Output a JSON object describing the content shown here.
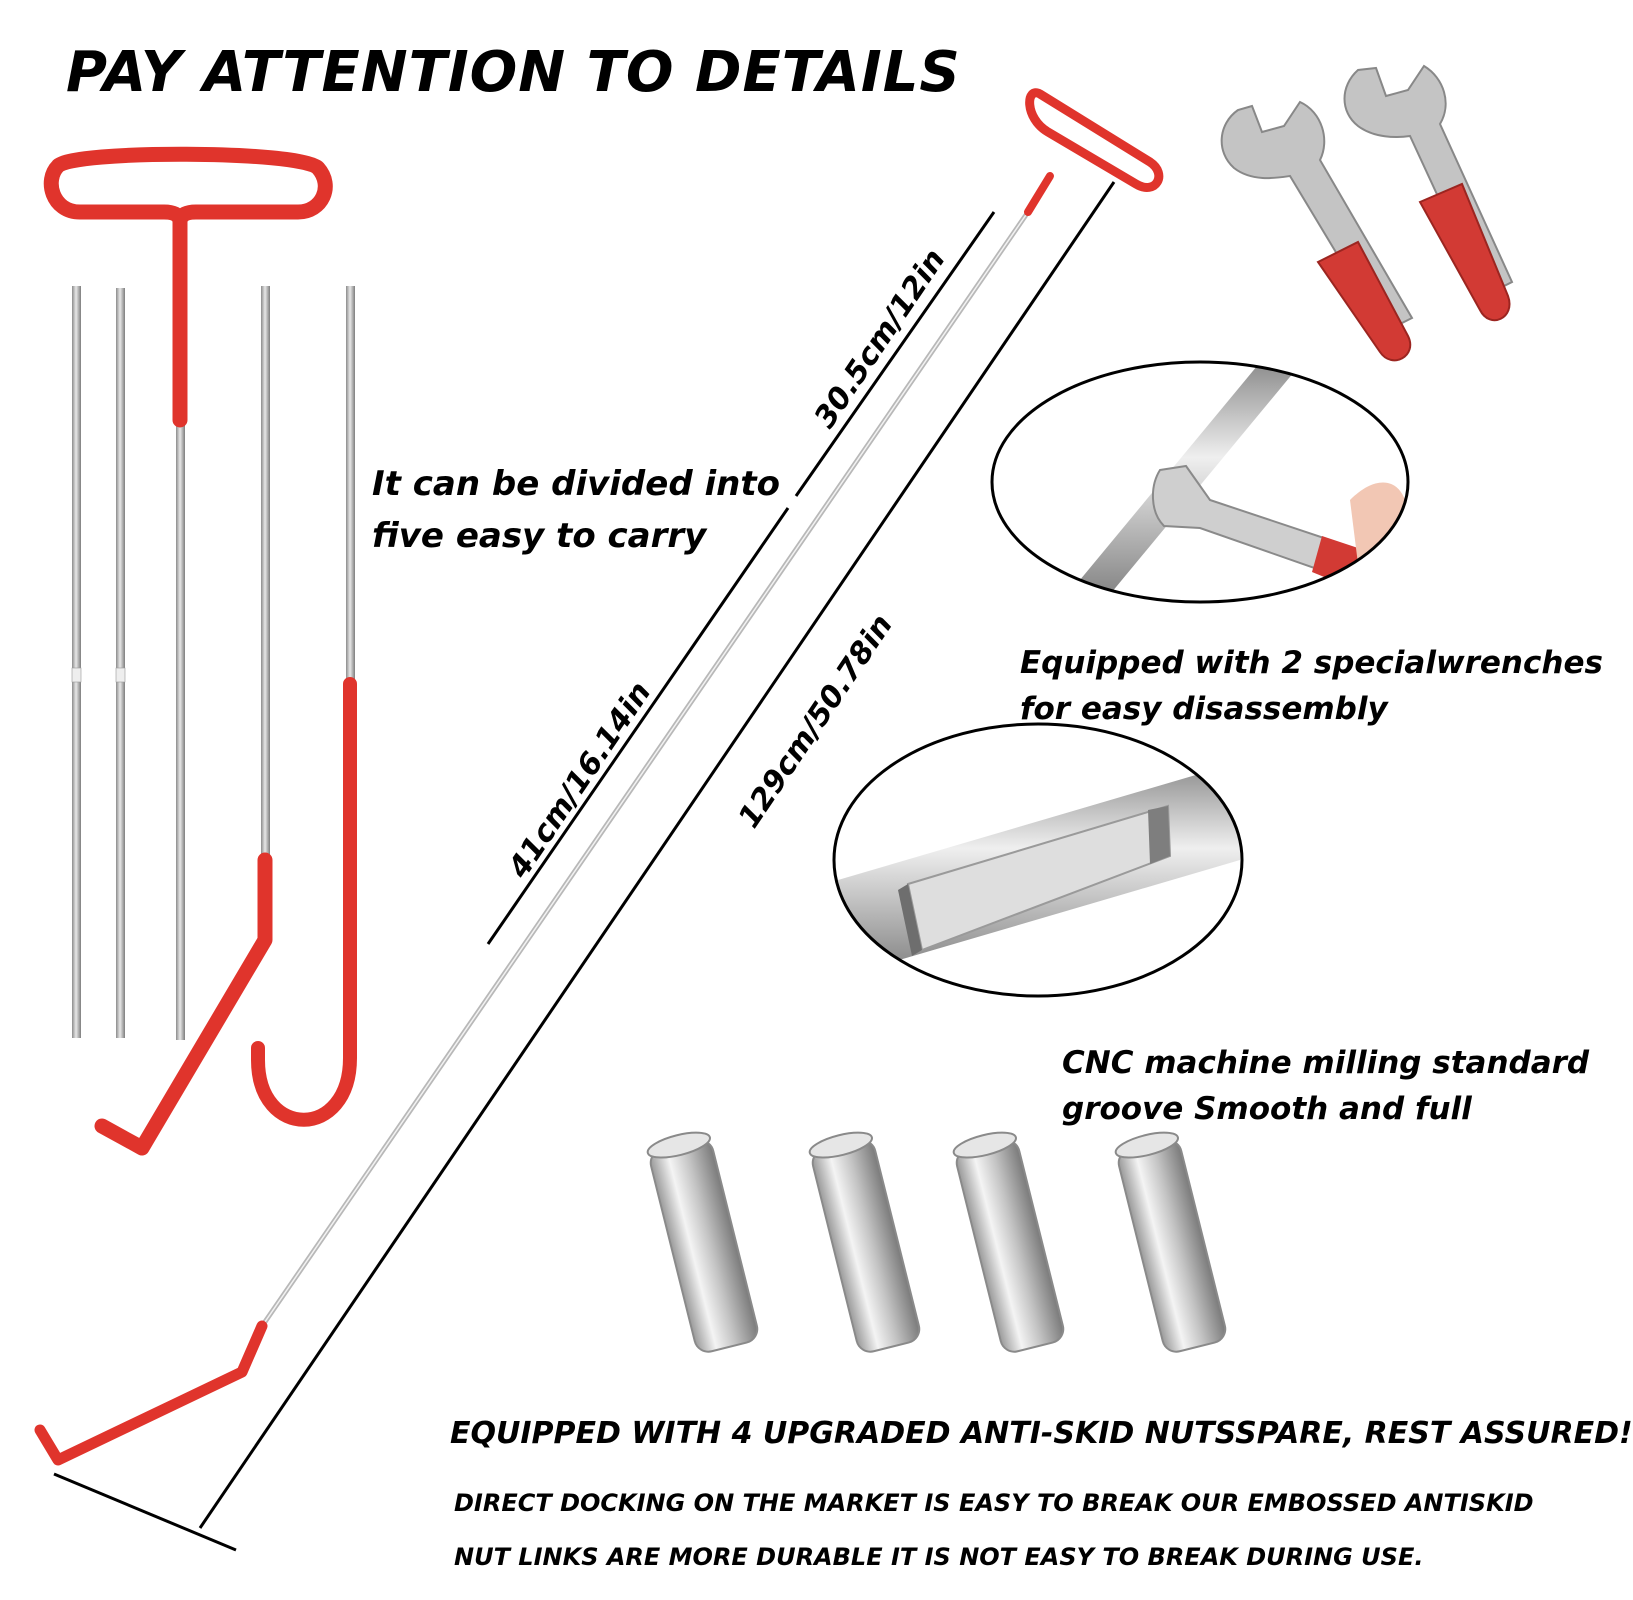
{
  "heading": "PAY ATTENTION TO DETAILS",
  "captions": {
    "divided": [
      "It can be divided into",
      "five easy to carry"
    ],
    "wrenches": [
      "Equipped with 2 specialwrenches",
      "for easy disassembly"
    ],
    "cnc": [
      "CNC machine milling standard",
      "groove Smooth and full"
    ],
    "nuts_title": "EQUIPPED WITH 4 UPGRADED ANTI-SKID NUTSSPARE, REST ASSURED!",
    "nuts_body": [
      "DIRECT DOCKING ON THE MARKET IS EASY TO BREAK OUR EMBOSSED ANTISKID",
      "NUT LINKS ARE MORE DURABLE IT IS NOT EASY TO BREAK DURING USE."
    ]
  },
  "dimensions": {
    "top_segment": "30.5cm/12in",
    "bottom_segment": "41cm/16.14in",
    "total_length": "129cm/50.78in"
  },
  "colors": {
    "handle_red": "#e0342c",
    "steel": "#c8c8c8",
    "steel_dark": "#8a8a8a",
    "text": "#000000"
  }
}
